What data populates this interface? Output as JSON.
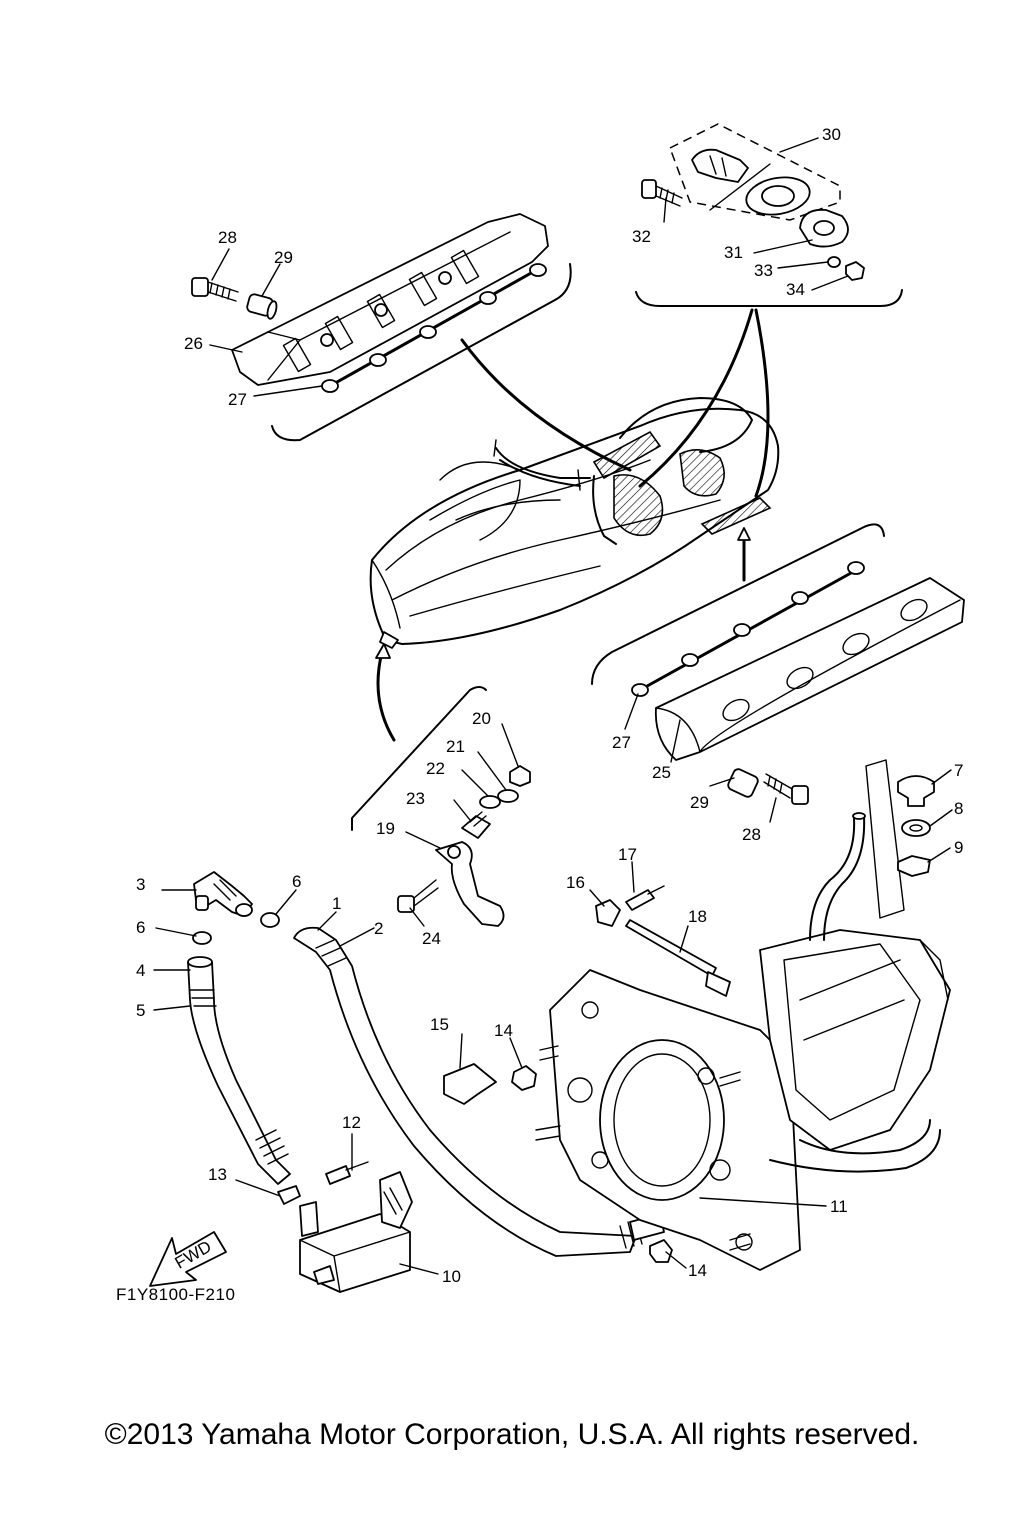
{
  "figure_code": "F1Y8100-F210",
  "fwd_label": "FWD",
  "copyright": "©2013 Yamaha Motor Corporation, U.S.A. All rights reserved.",
  "callouts": {
    "c1": "1",
    "c2": "2",
    "c3": "3",
    "c4": "4",
    "c5": "5",
    "c6a": "6",
    "c6b": "6",
    "c7": "7",
    "c8": "8",
    "c9": "9",
    "c10": "10",
    "c11": "11",
    "c12": "12",
    "c13": "13",
    "c14a": "14",
    "c14b": "14",
    "c15": "15",
    "c16": "16",
    "c17": "17",
    "c18": "18",
    "c19": "19",
    "c20": "20",
    "c21": "21",
    "c22": "22",
    "c23": "23",
    "c24": "24",
    "c25": "25",
    "c26": "26",
    "c27a": "27",
    "c27b": "27",
    "c28a": "28",
    "c28b": "28",
    "c29a": "29",
    "c29b": "29",
    "c30": "30",
    "c31": "31",
    "c32": "32",
    "c33": "33",
    "c34": "34"
  }
}
